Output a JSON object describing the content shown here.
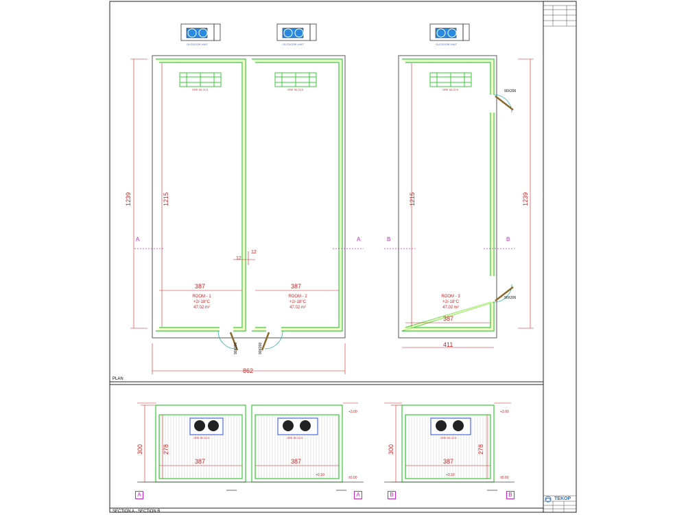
{
  "captions": {
    "plan": "PLAN",
    "section": "SECTION A - SECTION B"
  },
  "plan": {
    "overall_width": "862",
    "room3_outer_width": "411",
    "outer_height_left": "1239",
    "inner_height_left": "1215",
    "inner_height_right": "1215",
    "outer_height_right": "1239",
    "partition": "12",
    "rooms": [
      {
        "name": "ROOM - 1",
        "temp": "+2/-18°C",
        "area": "47.02 m²",
        "width": "387"
      },
      {
        "name": "ROOM - 2",
        "temp": "+2/-18°C",
        "area": "47.02 m²",
        "width": "387"
      },
      {
        "name": "ROOM - 3",
        "temp": "+2/-18°C",
        "area": "47.02 m²",
        "width": "387"
      }
    ],
    "unit_label": "ORE 50.22.0",
    "door_label": "90X200",
    "door_label_right": "90X206",
    "section_marks": {
      "a": "A",
      "b": "B"
    }
  },
  "section": {
    "height_left": "300",
    "inner_height": "278",
    "widths": [
      "387",
      "387",
      "387"
    ],
    "elev_top": "+3.00",
    "elev_floor": "+0.10",
    "elev_zero": "±0.00",
    "marks": [
      "A",
      "A",
      "B",
      "B"
    ]
  },
  "title_block": {
    "company": "TEKOP"
  },
  "colors": {
    "panel": "#39c839",
    "panel_fill": "#eaffb0",
    "dim": "#cc1f1f",
    "section": "#cc22cc",
    "frame": "#222222"
  }
}
